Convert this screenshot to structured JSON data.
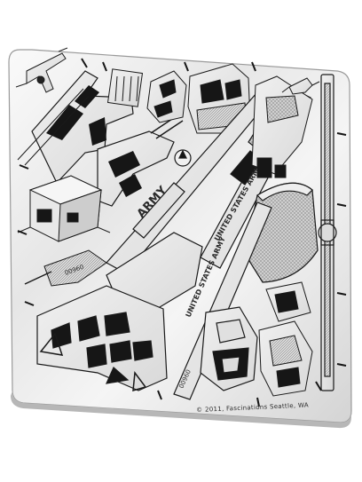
{
  "sheet": {
    "kind": "photo-etched metal model kit sheet",
    "colors": {
      "metal_light": "#f4f4f4",
      "metal_mid": "#c9c9c9",
      "metal_dark": "#8f8f8f",
      "etch_black": "#161616",
      "line": "#1a1a1a"
    }
  },
  "markings": {
    "army_upper": "ARMY",
    "united_states_army_upper": "UNITED STATES ARMY",
    "united_states_army_lower": "UNITED STATES ARMY",
    "tail_number_upper": "00960",
    "tail_number_lower": "00960"
  },
  "copyright": "© 2011, Fascinations Seattle, WA"
}
